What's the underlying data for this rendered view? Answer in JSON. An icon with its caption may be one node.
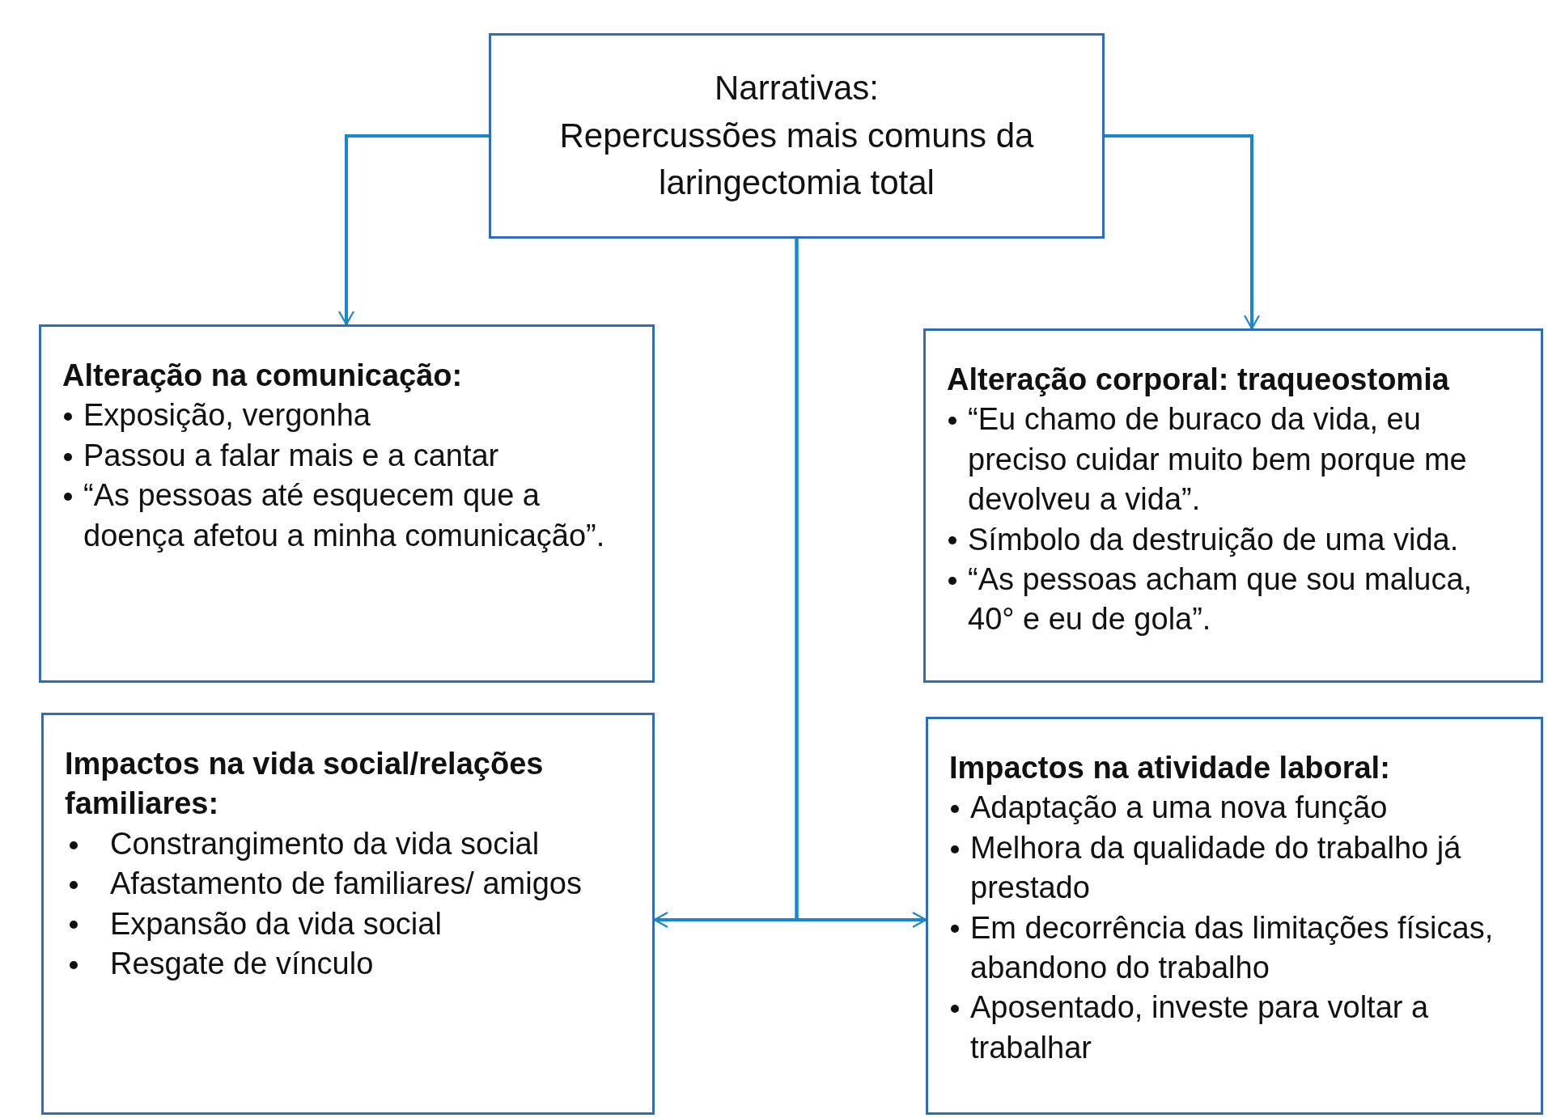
{
  "diagram": {
    "nodes": [
      {
        "text": [
          "Narrativas:",
          "Repercussões mais comuns da laringectomia total"
        ]
      },
      {
        "text": [
          "Alteração na comunicação:",
          "Exposição, vergonha",
          "Passou a falar mais e a cantar",
          "“As pessoas até esquecem que a doença afetou a minha comunicação”."
        ]
      },
      {
        "text": [
          "Alteração corporal: traqueostomia",
          "“Eu chamo de buraco da vida, eu preciso cuidar muito bem porque me devolveu a vida”.",
          "Símbolo da destruição de uma vida.",
          "“As pessoas acham que sou maluca, 40° e eu de gola”."
        ]
      },
      {
        "text": [
          "Impactos na vida social/relações familiares:",
          "Constrangimento da vida social",
          "Afastamento de familiares/ amigos",
          "Expansão da vida social",
          "Resgate de vínculo"
        ]
      },
      {
        "text": [
          "Impactos na atividade laboral:",
          "Adaptação a uma nova função",
          "Melhora da qualidade do trabalho já prestado",
          "Em decorrência das limitações físicas, abandono do trabalho",
          "Aposentado, investe para voltar a trabalhar"
        ]
      }
    ],
    "edges": [
      {
        "from": 0,
        "to": 1,
        "arrow": "to"
      },
      {
        "from": 0,
        "to": 2,
        "arrow": "to"
      },
      {
        "from": 0,
        "to": 3,
        "arrow": "to"
      },
      {
        "from": 0,
        "to": 4,
        "arrow": "to"
      }
    ]
  }
}
